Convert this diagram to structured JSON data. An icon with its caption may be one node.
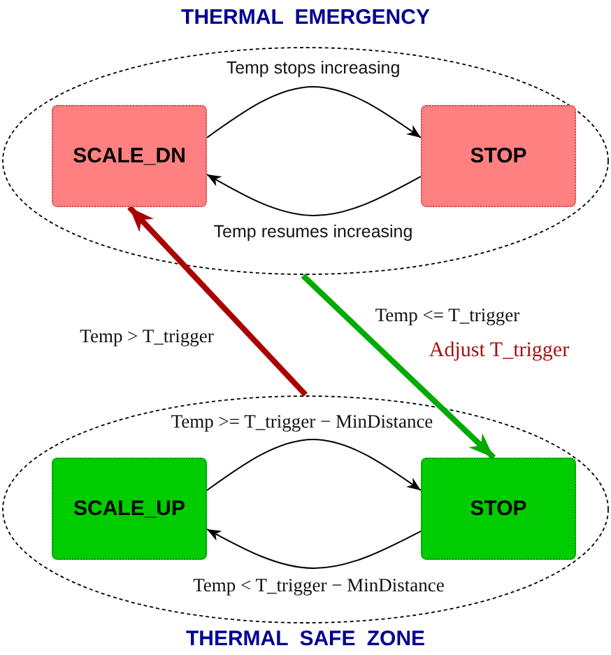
{
  "diagram": {
    "nodes": [
      {
        "text": [
          "THERMAL EMERGENCY"
        ]
      },
      {
        "text": [
          "SCALE_DN"
        ],
        "in": 0
      },
      {
        "text": [
          "STOP"
        ],
        "in": 0
      },
      {
        "text": [
          "THERMAL SAFE ZONE"
        ]
      },
      {
        "text": [
          "SCALE_UP"
        ],
        "in": 3
      },
      {
        "text": [
          "STOP"
        ],
        "in": 3
      }
    ],
    "edges": [
      {
        "from": 1,
        "to": 2,
        "arrow": "to",
        "label": "Temp stops increasing"
      },
      {
        "from": 2,
        "to": 1,
        "arrow": "to",
        "label": "Temp resumes increasing"
      },
      {
        "from": 3,
        "to": 1,
        "arrow": "to",
        "label": "Temp > T_trigger",
        "style": "thick",
        "color": "#aa0000"
      },
      {
        "from": 0,
        "to": 5,
        "arrow": "to",
        "label": "Temp <= T_trigger",
        "style": "thick",
        "color": "#00aa00"
      },
      {
        "from": 4,
        "to": 5,
        "arrow": "to",
        "label": "Temp >= T_trigger − MinDistance"
      },
      {
        "from": 5,
        "to": 4,
        "arrow": "to",
        "label": "Temp < T_trigger − MinDistance"
      }
    ],
    "labels": [
      "Adjust T_trigger"
    ]
  }
}
